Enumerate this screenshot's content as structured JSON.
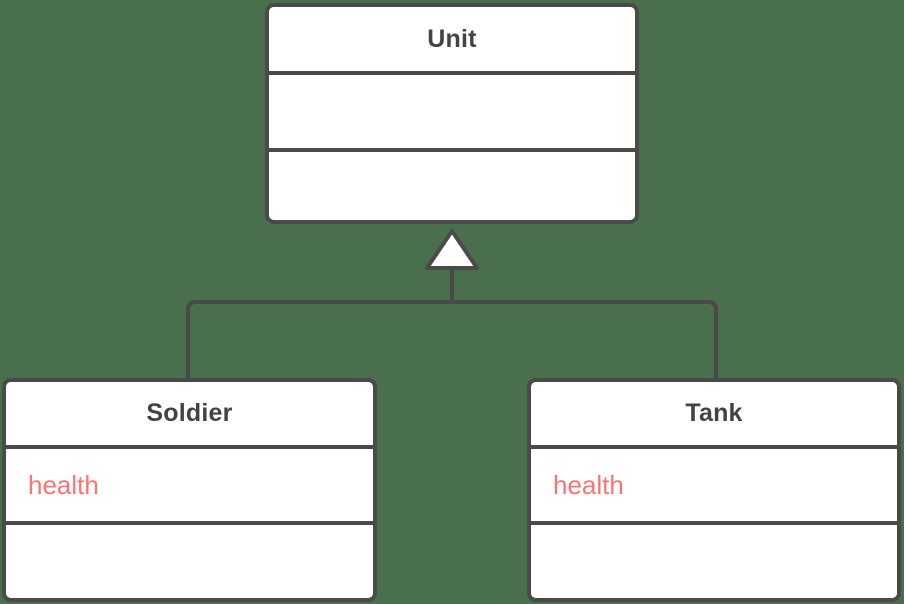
{
  "diagram": {
    "type": "uml-class-diagram",
    "relationship": "generalization",
    "background_color": "#4a6f4c",
    "border_color": "#4a4a4a",
    "title_color": "#434343",
    "member_color": "#fb7572",
    "box_fill_color": "#ffffff"
  },
  "classes": {
    "parent": {
      "name": "Unit",
      "attributes": [],
      "methods": [],
      "attributes_text": "",
      "methods_text": ""
    },
    "children": [
      {
        "name": "Soldier",
        "attributes": [
          "health"
        ],
        "methods": [],
        "attributes_text": "health",
        "methods_text": ""
      },
      {
        "name": "Tank",
        "attributes": [
          "health"
        ],
        "methods": [],
        "attributes_text": "health",
        "methods_text": ""
      }
    ]
  },
  "connector": {
    "arrow_type": "hollow-triangle",
    "arrow_fill": "#ffffff",
    "line_color": "#4a4a4a",
    "line_width": 4
  }
}
